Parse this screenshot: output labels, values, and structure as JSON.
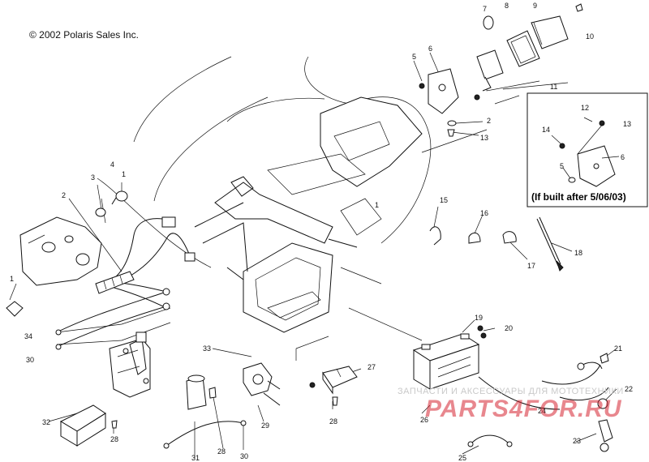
{
  "copyright": "© 2002 Polaris Sales Inc.",
  "inset_caption": "(If built after 5/06/03)",
  "watermark": {
    "tagline": "ЗАПЧАСТИ И АКСЕССУАРЫ ДЛЯ МОТОТЕХНИКИ",
    "logo_text": "PARTS4FOR.RU",
    "logo_color": "#d62432"
  },
  "callouts": {
    "c1a": "1",
    "c1b": "1",
    "c1c": "1",
    "c2a": "2",
    "c2b": "2",
    "c3": "3",
    "c4": "4",
    "c5a": "5",
    "c5b": "5",
    "c6a": "6",
    "c6b": "6",
    "c7": "7",
    "c8": "8",
    "c9": "9",
    "c10": "10",
    "c11": "11",
    "c12": "12",
    "c13a": "13",
    "c13b": "13",
    "c14": "14",
    "c15": "15",
    "c16": "16",
    "c17": "17",
    "c18": "18",
    "c19": "19",
    "c20": "20",
    "c21": "21",
    "c22": "22",
    "c23": "23",
    "c24": "24",
    "c25": "25",
    "c26": "26",
    "c27": "27",
    "c28a": "28",
    "c28b": "28",
    "c28c": "28",
    "c29": "29",
    "c30a": "30",
    "c30b": "30",
    "c31": "31",
    "c32": "32",
    "c33": "33",
    "c34": "34"
  }
}
